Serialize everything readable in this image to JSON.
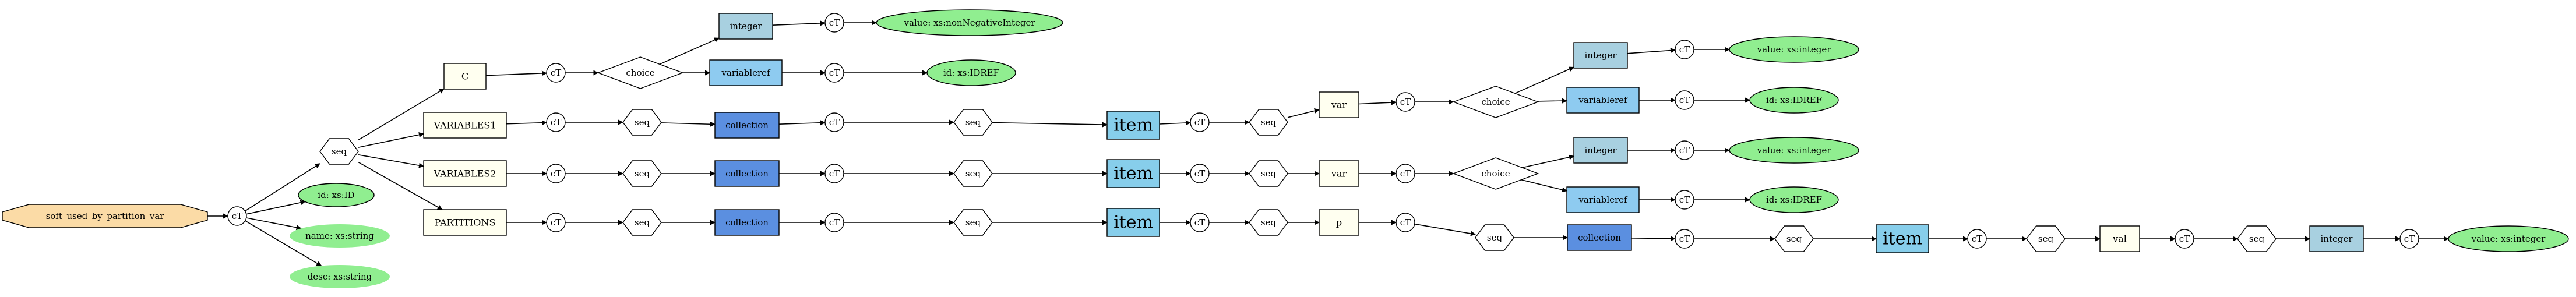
{
  "diagram": {
    "nodes": {
      "root": "soft_used_by_partition_var",
      "ct_root": "cT",
      "seq_main": "seq",
      "attr_id": "id: xs:ID",
      "attr_name": "name: xs:string",
      "attr_desc": "desc: xs:string",
      "c_elem": "C",
      "ct_c": "cT",
      "choice_c": "choice",
      "integer_c": "integer",
      "ct_integer_c": "cT",
      "value_c": "value: xs:nonNegativeInteger",
      "varref_c": "variableref",
      "ct_varref_c": "cT",
      "idref_c": "id: xs:IDREF",
      "var1": "VARIABLES1",
      "ct_v1": "cT",
      "seq_v1": "seq",
      "coll_v1": "collection",
      "ct_coll_v1": "cT",
      "seq_coll_v1": "seq",
      "item_v1": "item",
      "ct_item_v1": "cT",
      "seq_item_v1": "seq",
      "var_v1": "var",
      "ct_var_v1": "cT",
      "choice_v1": "choice",
      "integer_v1": "integer",
      "ct_integer_v1": "cT",
      "value_v1": "value: xs:integer",
      "varref_v1": "variableref",
      "ct_varref_v1": "cT",
      "idref_v1": "id: xs:IDREF",
      "var2": "VARIABLES2",
      "ct_v2": "cT",
      "seq_v2": "seq",
      "coll_v2": "collection",
      "ct_coll_v2": "cT",
      "seq_coll_v2": "seq",
      "item_v2": "item",
      "ct_item_v2": "cT",
      "seq_item_v2": "seq",
      "var_v2": "var",
      "ct_var_v2": "cT",
      "choice_v2": "choice",
      "integer_v2": "integer",
      "ct_integer_v2": "cT",
      "value_v2": "value: xs:integer",
      "varref_v2": "variableref",
      "ct_varref_v2": "cT",
      "idref_v2": "id: xs:IDREF",
      "parts": "PARTITIONS",
      "ct_p": "cT",
      "seq_p": "seq",
      "coll_p": "collection",
      "ct_coll_p": "cT",
      "seq_coll_p": "seq",
      "item_p": "item",
      "ct_item_p": "cT",
      "seq_item_p": "seq",
      "p_elem": "p",
      "ct_p_elem": "cT",
      "seq_p_elem": "seq",
      "coll_p2": "collection",
      "ct_coll_p2": "cT",
      "seq_coll_p2": "seq",
      "item_p2": "item",
      "ct_item_p2": "cT",
      "seq_item_p2": "seq",
      "val": "val",
      "ct_val": "cT",
      "seq_val": "seq",
      "integer_val": "integer",
      "ct_integer_val": "cT",
      "value_val": "value: xs:integer"
    },
    "colors": {
      "root_fill": "#fbdba6",
      "element_fill": "#fffff0",
      "integer_fill": "#a8d0e0",
      "variableref_fill": "#8ecbf0",
      "collection_fill": "#5b8fe0",
      "item_fill": "#87ceeb",
      "attribute_fill": "#90ee90",
      "white": "#ffffff",
      "stroke": "#000000"
    }
  }
}
